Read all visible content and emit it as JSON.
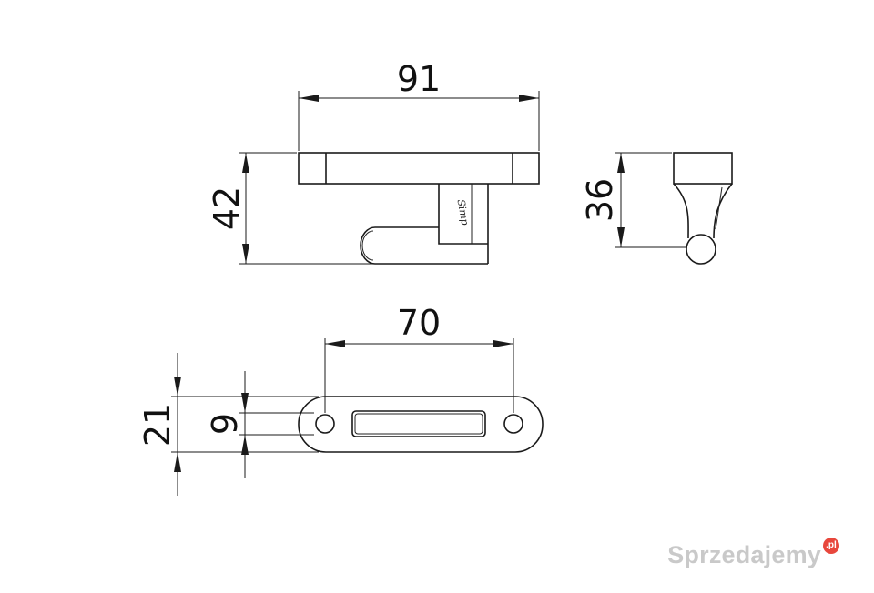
{
  "dimensions": {
    "top_width": "91",
    "height_left": "42",
    "side_height": "36",
    "hole_spacing": "70",
    "plate_width": "21",
    "slot_width": "9"
  },
  "brand_mark": "Simp",
  "watermark": {
    "text": "Sprzedajemy",
    "badge": ".pl"
  }
}
